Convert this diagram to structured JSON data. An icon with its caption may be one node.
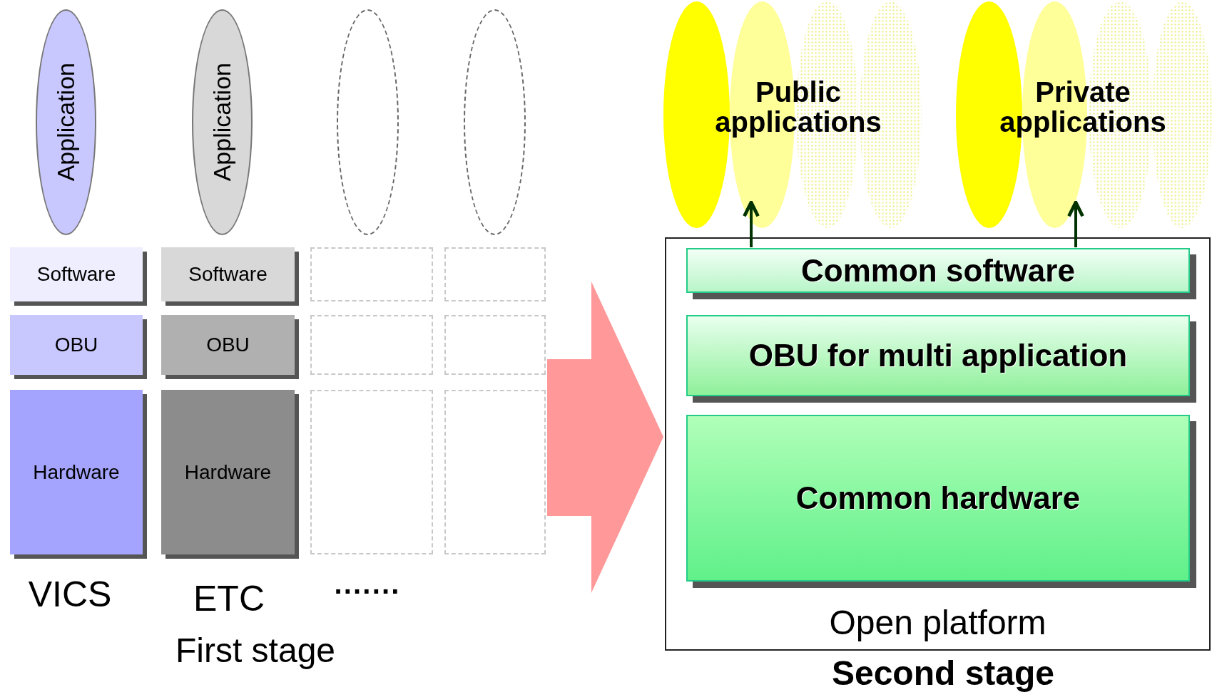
{
  "diagram": {
    "nodes": [
      {
        "text": [
          "Application"
        ]
      },
      {
        "text": [
          "Application"
        ]
      },
      {
        "text": [],
        "shape": "ellipse"
      },
      {
        "text": [],
        "shape": "ellipse"
      },
      {
        "text": [],
        "shape": "ellipse"
      },
      {
        "text": [],
        "shape": "ellipse"
      },
      {
        "text": [],
        "shape": "ellipse"
      },
      {
        "text": [],
        "shape": "ellipse"
      },
      {
        "text": [],
        "shape": "ellipse"
      },
      {
        "text": [],
        "shape": "ellipse"
      },
      {
        "text": [],
        "shape": "ellipse"
      },
      {
        "text": [],
        "shape": "ellipse"
      },
      {
        "text": [
          "Software"
        ]
      },
      {
        "text": [
          "Software"
        ]
      },
      {
        "text": [],
        "shape": "box"
      },
      {
        "text": [],
        "shape": "box"
      },
      {
        "text": [
          "OBU"
        ]
      },
      {
        "text": [
          "OBU"
        ]
      },
      {
        "text": [],
        "shape": "box"
      },
      {
        "text": [],
        "shape": "box"
      },
      {
        "text": [
          "Hardware"
        ]
      },
      {
        "text": [
          "Hardware"
        ]
      },
      {
        "text": [],
        "shape": "box"
      },
      {
        "text": [],
        "shape": "box"
      },
      {
        "text": [
          "Open platform"
        ]
      },
      {
        "text": [
          "Common software"
        ],
        "in": 24
      },
      {
        "text": [
          "OBU for multi application"
        ],
        "in": 24
      },
      {
        "text": [
          "Common hardware"
        ],
        "in": 24
      }
    ],
    "edges": [
      {
        "from": 25,
        "to": 5,
        "arrow": "to"
      },
      {
        "from": 25,
        "to": 9,
        "arrow": "to"
      },
      {
        "from": 23,
        "to": 24,
        "arrow": "to",
        "style": "thick",
        "color": "#ff9999"
      }
    ],
    "labels": [
      "Public applications",
      "Private applications",
      "VICS",
      "ETC",
      "·······",
      "First stage",
      "Second stage"
    ]
  }
}
